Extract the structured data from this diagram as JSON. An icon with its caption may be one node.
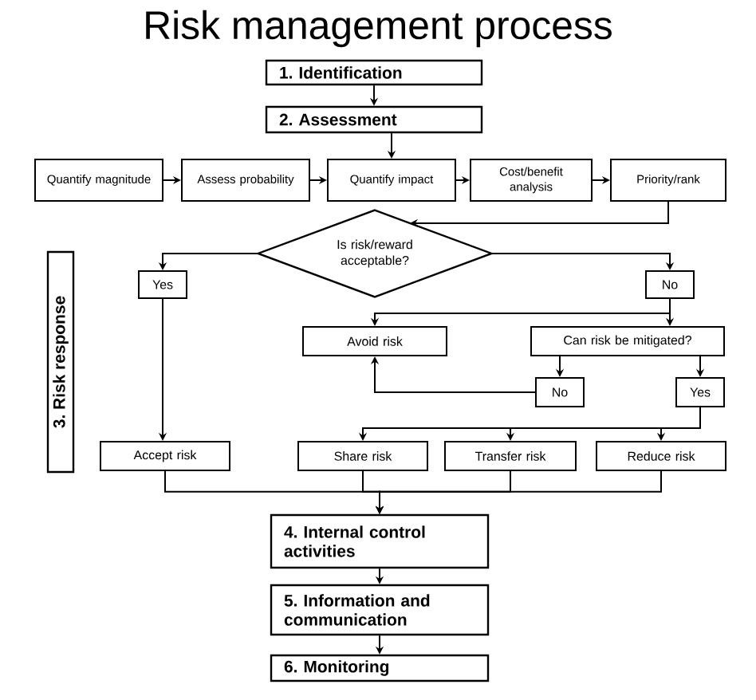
{
  "diagram": {
    "title": "Risk management process",
    "nodes": [
      {
        "text": [
          "1. Identification"
        ]
      },
      {
        "text": [
          "2. Assessment"
        ]
      },
      {
        "text": [
          "Quantify magnitude"
        ]
      },
      {
        "text": [
          "Assess probability"
        ]
      },
      {
        "text": [
          "Quantify impact"
        ]
      },
      {
        "text": [
          "Cost/benefit analysis"
        ]
      },
      {
        "text": [
          "Priority/rank"
        ]
      },
      {
        "text": [
          "Is risk/reward acceptable?"
        ]
      },
      {
        "text": [
          "Yes"
        ]
      },
      {
        "text": [
          "No"
        ]
      },
      {
        "text": [
          "Avoid risk"
        ]
      },
      {
        "text": [
          "Can risk be mitigated?"
        ]
      },
      {
        "text": [
          "No"
        ]
      },
      {
        "text": [
          "Yes"
        ]
      },
      {
        "text": [
          "Accept risk"
        ]
      },
      {
        "text": [
          "Share risk"
        ]
      },
      {
        "text": [
          "Transfer risk"
        ]
      },
      {
        "text": [
          "Reduce risk"
        ]
      },
      {
        "text": [
          "4. Internal control activities"
        ]
      },
      {
        "text": [
          "5. Information and communication"
        ]
      },
      {
        "text": [
          "6. Monitoring"
        ]
      },
      {
        "text": [
          "3. Risk response"
        ]
      }
    ],
    "edges": [
      {
        "from": 0,
        "to": 1,
        "arrow": "to"
      },
      {
        "from": 1,
        "to": 4,
        "arrow": "to"
      },
      {
        "from": 2,
        "to": 3,
        "arrow": "to"
      },
      {
        "from": 3,
        "to": 4,
        "arrow": "to"
      },
      {
        "from": 4,
        "to": 5,
        "arrow": "to"
      },
      {
        "from": 5,
        "to": 6,
        "arrow": "to"
      },
      {
        "from": 6,
        "to": 7,
        "arrow": "to"
      },
      {
        "from": 7,
        "to": 8,
        "arrow": "to"
      },
      {
        "from": 7,
        "to": 9,
        "arrow": "to"
      },
      {
        "from": 9,
        "to": 10,
        "arrow": "to"
      },
      {
        "from": 9,
        "to": 11,
        "arrow": "to"
      },
      {
        "from": 11,
        "to": 12,
        "arrow": "to"
      },
      {
        "from": 11,
        "to": 13,
        "arrow": "to"
      },
      {
        "from": 12,
        "to": 10,
        "arrow": "to"
      },
      {
        "from": 8,
        "to": 14,
        "arrow": "to"
      },
      {
        "from": 13,
        "to": 15,
        "arrow": "to"
      },
      {
        "from": 13,
        "to": 16,
        "arrow": "to"
      },
      {
        "from": 13,
        "to": 17,
        "arrow": "to"
      },
      {
        "from": 14,
        "to": 18,
        "arrow": "to"
      },
      {
        "from": 15,
        "to": 18,
        "arrow": "to"
      },
      {
        "from": 16,
        "to": 18,
        "arrow": "to"
      },
      {
        "from": 17,
        "to": 18,
        "arrow": "to"
      },
      {
        "from": 18,
        "to": 19,
        "arrow": "to"
      },
      {
        "from": 19,
        "to": 20,
        "arrow": "to"
      }
    ]
  }
}
